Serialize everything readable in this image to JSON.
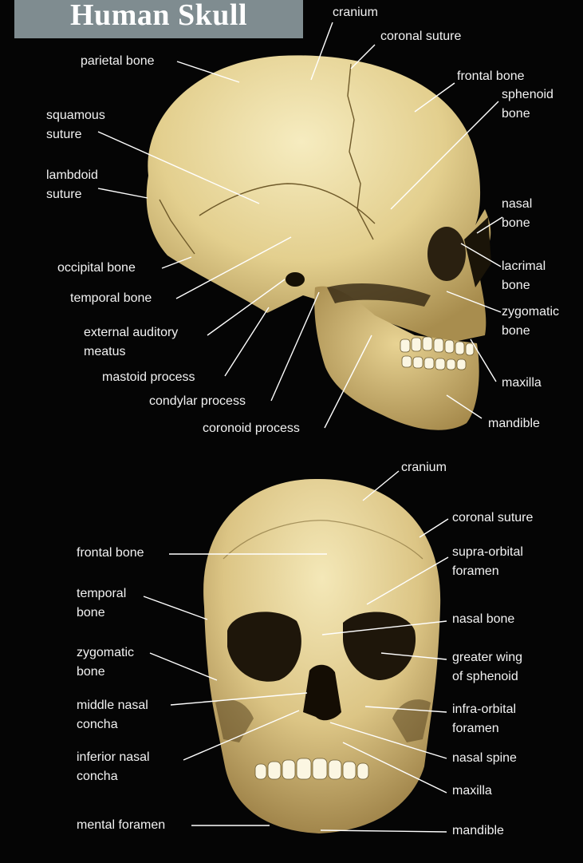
{
  "title": "Human Skull",
  "colors": {
    "background": "#050505",
    "title_bar": "#7f8c90",
    "bone": "#e9d79b",
    "label": "#f2f2f2"
  },
  "lateral_labels": {
    "cranium": "cranium",
    "coronal_suture": "coronal suture",
    "parietal_bone": "parietal bone",
    "frontal_bone": "frontal bone",
    "sphenoid_bone": "sphenoid\nbone",
    "squamous_suture": "squamous\nsuture",
    "lambdoid_suture": "lambdoid\nsuture",
    "nasal_bone": "nasal\nbone",
    "occipital_bone": "occipital bone",
    "lacrimal_bone": "lacrimal\nbone",
    "temporal_bone": "temporal bone",
    "zygomatic_bone": "zygomatic\nbone",
    "external_auditory_meatus": "external auditory\nmeatus",
    "mastoid_process": "mastoid process",
    "maxilla": "maxilla",
    "condylar_process": "condylar process",
    "mandible": "mandible",
    "coronoid_process": "coronoid process"
  },
  "frontal_labels": {
    "cranium": "cranium",
    "coronal_suture": "coronal suture",
    "frontal_bone": "frontal bone",
    "supra_orbital_foramen": "supra-orbital\nforamen",
    "temporal_bone": "temporal\nbone",
    "nasal_bone": "nasal bone",
    "zygomatic_bone": "zygomatic\nbone",
    "greater_wing_of_sphenoid": "greater wing\nof sphenoid",
    "middle_nasal_concha": "middle nasal\nconcha",
    "infra_orbital_foramen": "infra-orbital\nforamen",
    "nasal_spine": "nasal spine",
    "inferior_nasal_concha": "inferior nasal\nconcha",
    "maxilla": "maxilla",
    "mental_foramen": "mental foramen",
    "mandible": "mandible"
  }
}
